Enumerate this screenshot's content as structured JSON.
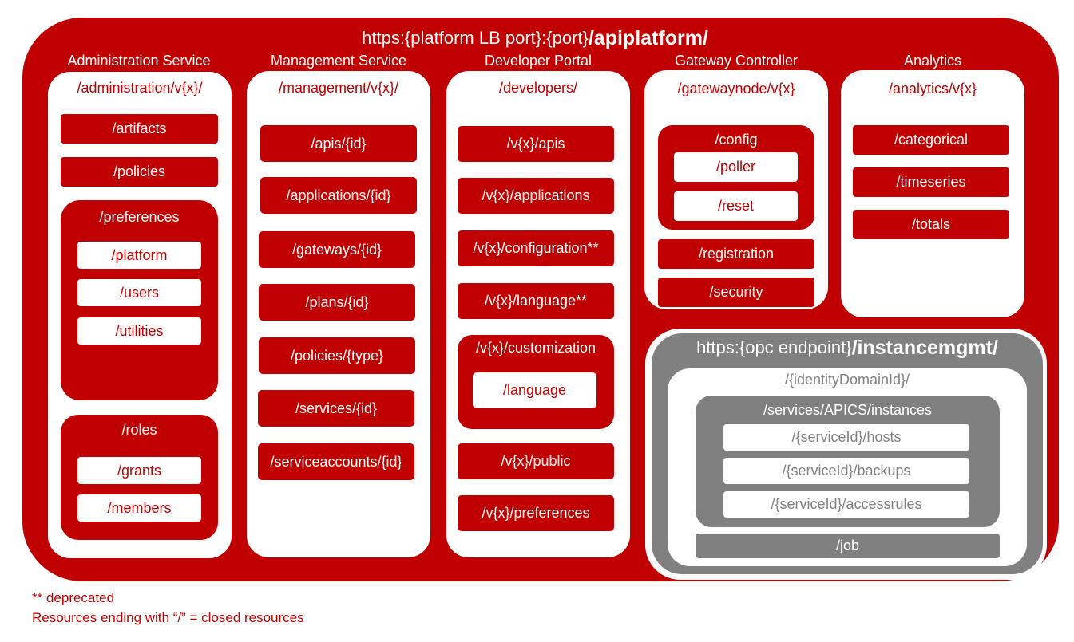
{
  "platform": {
    "url_prefix": "https:{platform LB port}:{port}",
    "url_path": "/apiplatform/"
  },
  "columns": {
    "administration": {
      "title": "Administration Service",
      "base": "/administration/v{x}/",
      "artifacts": "/artifacts",
      "policies": "/policies",
      "preferences": {
        "label": "/preferences",
        "items": [
          "/platform",
          "/users",
          "/utilities"
        ]
      },
      "roles": {
        "label": "/roles",
        "items": [
          "/grants",
          "/members"
        ]
      }
    },
    "management": {
      "title": "Management Service",
      "base": "/management/v{x}/",
      "items": [
        "/apis/{id}",
        "/applications/{id}",
        "/gateways/{id}",
        "/plans/{id}",
        "/policies/{type}",
        "/services/{id}",
        "/serviceaccounts/{id}"
      ]
    },
    "developer": {
      "title": "Developer Portal",
      "base": "/developers/",
      "items": [
        "/v{x}/apis",
        "/v{x}/applications",
        "/v{x}/configuration**",
        "/v{x}/language**"
      ],
      "customization": {
        "label": "/v{x}/customization",
        "child": "/language"
      },
      "public": "/v{x}/public",
      "preferences": "/v{x}/preferences"
    },
    "gateway": {
      "title": "Gateway Controller",
      "base": "/gatewaynode/v{x}",
      "config": {
        "label": "/config",
        "items": [
          "/poller",
          "/reset"
        ]
      },
      "registration": "/registration",
      "security": "/security"
    },
    "analytics": {
      "title": "Analytics",
      "base": "/analytics/v{x}",
      "items": [
        "/categorical",
        "/timeseries",
        "/totals"
      ]
    }
  },
  "instancemgmt": {
    "url_prefix": "https:{opc endpoint}",
    "url_path": "/instancemgmt/",
    "domain": "/{identityDomainId}/",
    "services": {
      "label": "/services/APICS/instances",
      "items": [
        "/{serviceId}/hosts",
        "/{serviceId}/backups",
        "/{serviceId}/accessrules"
      ]
    },
    "job": "/job"
  },
  "footer": {
    "line1": "** deprecated",
    "line2": "Resources ending with “/” = closed resources"
  },
  "colors": {
    "brand_red": "#c00000",
    "grey": "#808080",
    "white": "#ffffff"
  }
}
